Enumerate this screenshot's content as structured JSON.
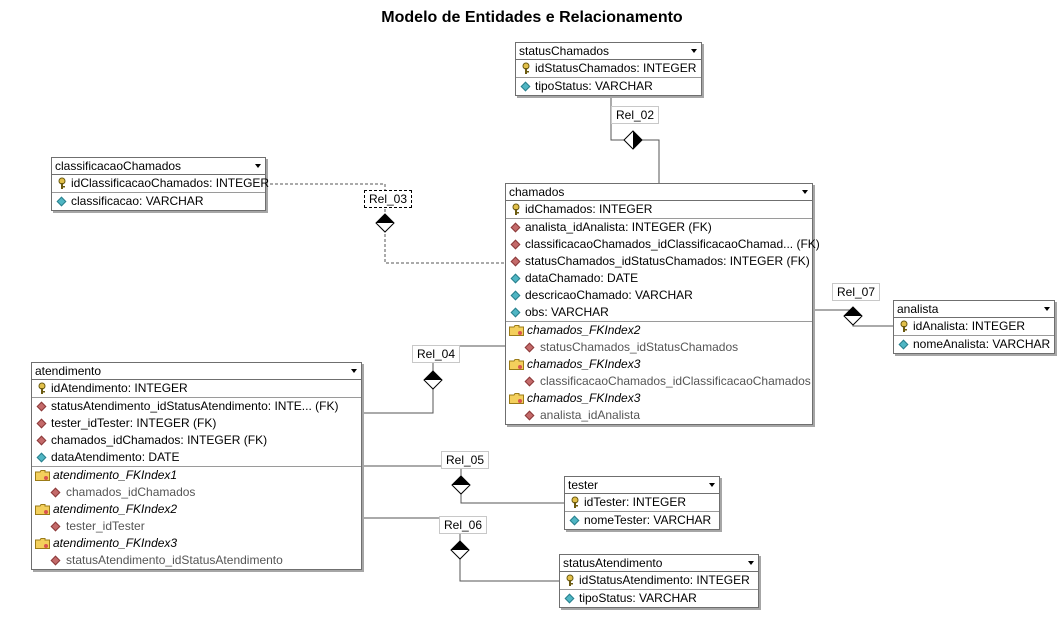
{
  "title": "Modelo de Entidades e Relacionamento",
  "entities": {
    "statusChamados": {
      "name": "statusChamados",
      "pk": "idStatusChamados: INTEGER",
      "attrs": [
        "tipoStatus: VARCHAR"
      ]
    },
    "classificacaoChamados": {
      "name": "classificacaoChamados",
      "pk": "idClassificacaoChamados: INTEGER",
      "attrs": [
        "classificacao: VARCHAR"
      ]
    },
    "chamados": {
      "name": "chamados",
      "pk": "idChamados: INTEGER",
      "fks": [
        "analista_idAnalista: INTEGER (FK)",
        "classificacaoChamados_idClassificacaoChamad... (FK)",
        "statusChamados_idStatusChamados: INTEGER (FK)"
      ],
      "attrs": [
        "dataChamado: DATE",
        "descricaoChamado: VARCHAR",
        "obs: VARCHAR"
      ],
      "indexes": [
        {
          "name": "chamados_FKIndex2",
          "column": "statusChamados_idStatusChamados"
        },
        {
          "name": "chamados_FKIndex3",
          "column": "classificacaoChamados_idClassificacaoChamados"
        },
        {
          "name": "chamados_FKIndex3",
          "column": "analista_idAnalista"
        }
      ]
    },
    "analista": {
      "name": "analista",
      "pk": "idAnalista: INTEGER",
      "attrs": [
        "nomeAnalista: VARCHAR"
      ]
    },
    "atendimento": {
      "name": "atendimento",
      "pk": "idAtendimento: INTEGER",
      "fks": [
        "statusAtendimento_idStatusAtendimento: INTE... (FK)",
        "tester_idTester: INTEGER (FK)",
        "chamados_idChamados: INTEGER (FK)"
      ],
      "attrs": [
        "dataAtendimento: DATE"
      ],
      "indexes": [
        {
          "name": "atendimento_FKIndex1",
          "column": "chamados_idChamados"
        },
        {
          "name": "atendimento_FKIndex2",
          "column": "tester_idTester"
        },
        {
          "name": "atendimento_FKIndex3",
          "column": "statusAtendimento_idStatusAtendimento"
        }
      ]
    },
    "tester": {
      "name": "tester",
      "pk": "idTester: INTEGER",
      "attrs": [
        "nomeTester: VARCHAR"
      ]
    },
    "statusAtendimento": {
      "name": "statusAtendimento",
      "pk": "idStatusAtendimento: INTEGER",
      "attrs": [
        "tipoStatus: VARCHAR"
      ]
    }
  },
  "relationships": {
    "rel02": "Rel_02",
    "rel03": "Rel_03",
    "rel04": "Rel_04",
    "rel05": "Rel_05",
    "rel06": "Rel_06",
    "rel07": "Rel_07"
  }
}
